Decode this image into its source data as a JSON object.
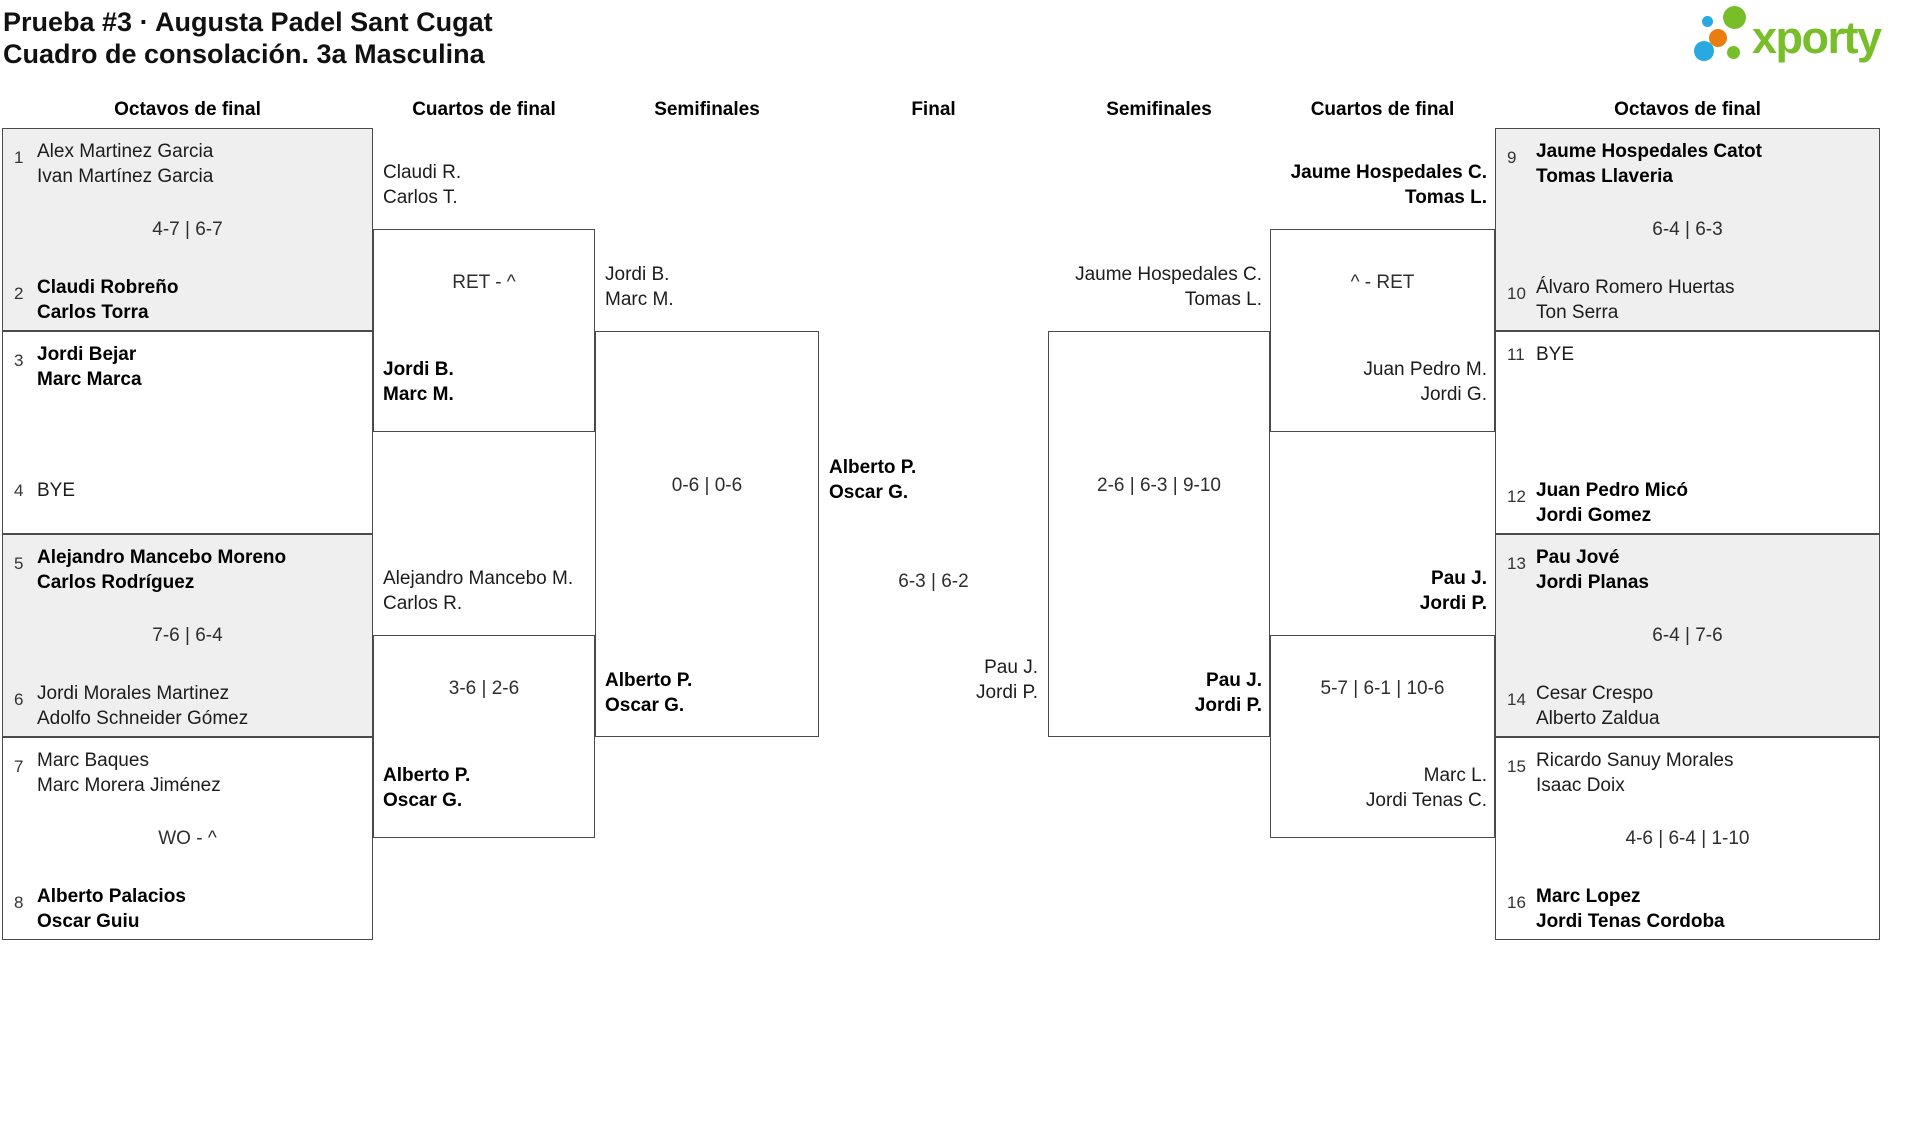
{
  "title": {
    "line1": "Prueba #3 · Augusta Padel Sant Cugat",
    "line2": "Cuadro de consolación. 3a Masculina"
  },
  "logo": {
    "text": "xporty"
  },
  "colors": {
    "logo_green": "#78be28",
    "logo_blue": "#28aae1",
    "logo_orange": "#eb7d0f",
    "box_shaded": "#efefef",
    "box_border": "#4a4a4a"
  },
  "rounds": {
    "octavos_left": "Octavos de final",
    "cuartos_left": "Cuartos de final",
    "semis_left": "Semifinales",
    "final": "Final",
    "semis_right": "Semifinales",
    "cuartos_right": "Cuartos de final",
    "octavos_right": "Octavos de final"
  },
  "r16": [
    {
      "seed_top": "1",
      "top": {
        "line1": "Alex Martinez Garcia",
        "line2": "Ivan Martínez Garcia",
        "bold": false
      },
      "score": "4-7 | 6-7",
      "seed_bottom": "2",
      "bottom": {
        "line1": "Claudi Robreño",
        "line2": "Carlos Torra",
        "bold": true
      },
      "shaded": true
    },
    {
      "seed_top": "3",
      "top": {
        "line1": "Jordi Bejar",
        "line2": "Marc Marca",
        "bold": true
      },
      "score": "",
      "seed_bottom": "4",
      "bottom": {
        "line1": "BYE",
        "line2": "",
        "bold": false
      },
      "shaded": false
    },
    {
      "seed_top": "5",
      "top": {
        "line1": "Alejandro Mancebo Moreno",
        "line2": "Carlos Rodríguez",
        "bold": true
      },
      "score": "7-6 | 6-4",
      "seed_bottom": "6",
      "bottom": {
        "line1": "Jordi Morales Martinez",
        "line2": "Adolfo Schneider Gómez",
        "bold": false
      },
      "shaded": true
    },
    {
      "seed_top": "7",
      "top": {
        "line1": "Marc Baques",
        "line2": "Marc Morera Jiménez",
        "bold": false
      },
      "score": "WO - ^",
      "seed_bottom": "8",
      "bottom": {
        "line1": "Alberto Palacios",
        "line2": "Oscar Guiu",
        "bold": true
      },
      "shaded": false
    },
    {
      "seed_top": "9",
      "top": {
        "line1": "Jaume Hospedales Catot",
        "line2": "Tomas Llaveria",
        "bold": true
      },
      "score": "6-4 | 6-3",
      "seed_bottom": "10",
      "bottom": {
        "line1": "Álvaro Romero Huertas",
        "line2": "Ton Serra",
        "bold": false
      },
      "shaded": true
    },
    {
      "seed_top": "11",
      "top": {
        "line1": "BYE",
        "line2": "",
        "bold": false
      },
      "score": "",
      "seed_bottom": "12",
      "bottom": {
        "line1": "Juan Pedro Micó",
        "line2": "Jordi Gomez",
        "bold": true
      },
      "shaded": false
    },
    {
      "seed_top": "13",
      "top": {
        "line1": "Pau Jové",
        "line2": "Jordi Planas",
        "bold": true
      },
      "score": "6-4 | 7-6",
      "seed_bottom": "14",
      "bottom": {
        "line1": "Cesar Crespo",
        "line2": "Alberto Zaldua",
        "bold": false
      },
      "shaded": true
    },
    {
      "seed_top": "15",
      "top": {
        "line1": "Ricardo Sanuy Morales",
        "line2": "Isaac Doix",
        "bold": false
      },
      "score": "4-6 | 6-4 | 1-10",
      "seed_bottom": "16",
      "bottom": {
        "line1": "Marc Lopez",
        "line2": "Jordi Tenas Cordoba",
        "bold": true
      },
      "shaded": false
    }
  ],
  "qf": [
    {
      "top": {
        "line1": "Claudi R.",
        "line2": "Carlos T.",
        "bold": false
      },
      "score": "RET - ^",
      "bottom": {
        "line1": "Jordi B.",
        "line2": "Marc M.",
        "bold": true
      }
    },
    {
      "top": {
        "line1": "Alejandro Mancebo M.",
        "line2": "Carlos R.",
        "bold": false
      },
      "score": "3-6 | 2-6",
      "bottom": {
        "line1": "Alberto P.",
        "line2": "Oscar G.",
        "bold": true
      }
    },
    {
      "top": {
        "line1": "Jaume Hospedales C.",
        "line2": "Tomas L.",
        "bold": true
      },
      "score": "^ - RET",
      "bottom": {
        "line1": "Juan Pedro M.",
        "line2": "Jordi G.",
        "bold": false
      }
    },
    {
      "top": {
        "line1": "Pau J.",
        "line2": "Jordi P.",
        "bold": true
      },
      "score": "5-7 | 6-1 | 10-6",
      "bottom": {
        "line1": "Marc L.",
        "line2": "Jordi Tenas C.",
        "bold": false
      }
    }
  ],
  "sf": [
    {
      "top": {
        "line1": "Jordi B.",
        "line2": "Marc M.",
        "bold": false
      },
      "score": "0-6 | 0-6",
      "bottom": {
        "line1": "Alberto P.",
        "line2": "Oscar G.",
        "bold": true
      }
    },
    {
      "top": {
        "line1": "Jaume Hospedales C.",
        "line2": "Tomas L.",
        "bold": false
      },
      "score": "2-6 | 6-3 | 9-10",
      "bottom": {
        "line1": "Pau J.",
        "line2": "Jordi P.",
        "bold": true
      }
    }
  ],
  "final": {
    "winner": {
      "line1": "Alberto P.",
      "line2": "Oscar G.",
      "bold": true
    },
    "score": "6-3 | 6-2",
    "runner_up": {
      "line1": "Pau J.",
      "line2": "Jordi P.",
      "bold": false
    }
  }
}
